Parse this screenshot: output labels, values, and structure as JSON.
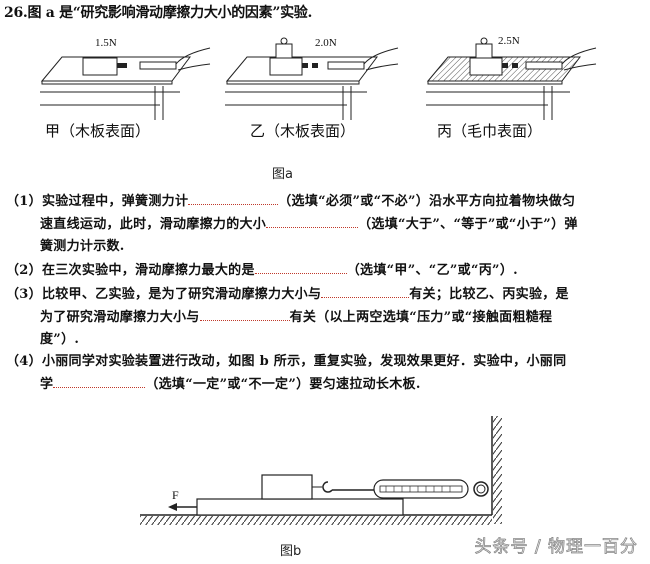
{
  "question": {
    "title": "26.图 a 是“研究影响滑动摩擦力大小的因素”实验.",
    "figure_a": {
      "caption": "图a",
      "panels": [
        {
          "label": "甲（木板表面）",
          "force": "1.5N",
          "surface": "木板表面",
          "has_weight": false
        },
        {
          "label": "乙（木板表面）",
          "force": "2.0N",
          "surface": "木板表面",
          "has_weight": true
        },
        {
          "label": "丙（毛巾表面）",
          "force": "2.5N",
          "surface": "毛巾表面",
          "has_weight": true
        }
      ]
    },
    "parts": [
      {
        "lines": [
          {
            "prefix": "（1）实验过程中，弹簧测力计",
            "suffix": "（选填“必须”或“不必”）沿水平方向拉着物块做匀"
          },
          {
            "prefix": "速直线运动，此时，滑动摩擦力的大小",
            "suffix": "（选填“大于”、“等于”或“小于”）弹"
          },
          {
            "text": "簧测力计示数."
          }
        ]
      },
      {
        "lines": [
          {
            "prefix": "（2）在三次实验中，滑动摩擦力最大的是",
            "suffix": "（选填“甲”、“乙”或“丙”）."
          }
        ]
      },
      {
        "lines": [
          {
            "prefix": "（3）比较甲、乙实验，是为了研究滑动摩擦力大小与",
            "suffix": "有关；比较乙、丙实验，是"
          },
          {
            "prefix": "为了研究滑动摩擦力大小与",
            "suffix": "有关（以上两空选填“压力”或“接触面粗糙程"
          },
          {
            "text": "度”）."
          }
        ]
      },
      {
        "lines": [
          {
            "text": "（4）小丽同学对实验装置进行改动，如图 b 所示，重复实验，发现效果更好．实验中，小丽同"
          },
          {
            "prefix": "学",
            "suffix": "（选填“一定”或“不一定”）要匀速拉动长木板."
          }
        ]
      }
    ],
    "figure_b": {
      "caption": "图b",
      "force_label": "F"
    }
  },
  "watermark": "头条号 / 物理一百分",
  "colors": {
    "blank_underline": "#c0392b",
    "text": "#111111",
    "watermark_stroke": "#888888"
  }
}
